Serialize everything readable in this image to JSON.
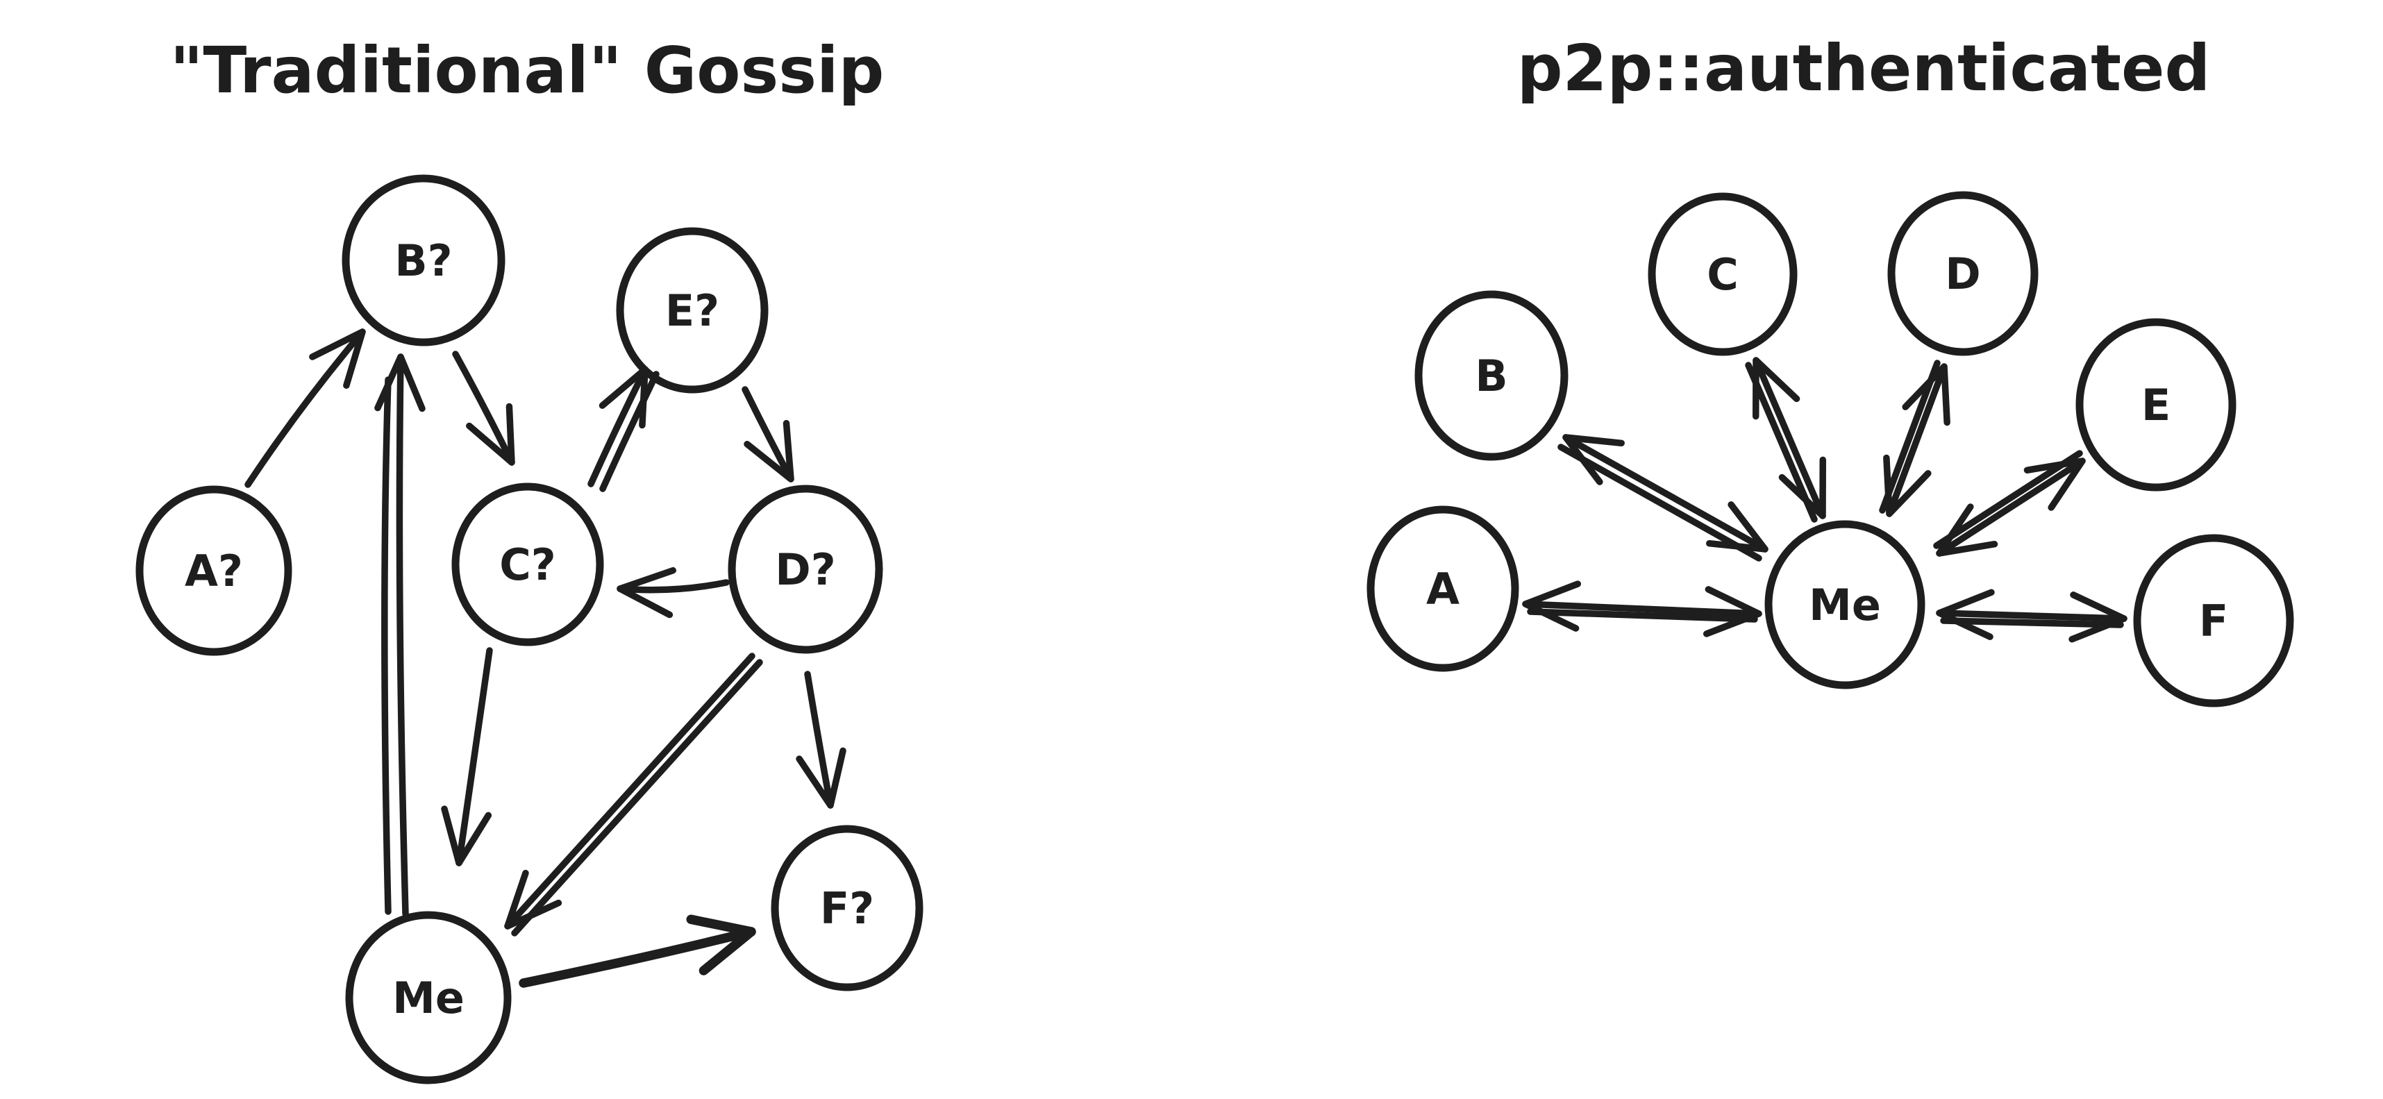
{
  "canvas": {
    "background": "#ffffff"
  },
  "colors": {
    "stroke": "#1e1e1e",
    "green": "#b2f2bb",
    "pink": "#ffc9c9",
    "purple": "#d0bfff"
  },
  "left": {
    "title": "\"Traditional\" Gossip",
    "nodes": [
      {
        "id": "A",
        "label": "A?",
        "color": "green"
      },
      {
        "id": "B",
        "label": "B?",
        "color": "pink"
      },
      {
        "id": "C",
        "label": "C?",
        "color": "green"
      },
      {
        "id": "D",
        "label": "D?",
        "color": "pink"
      },
      {
        "id": "E",
        "label": "E?",
        "color": "green"
      },
      {
        "id": "F",
        "label": "F?",
        "color": "green"
      },
      {
        "id": "Me",
        "label": "Me",
        "color": "purple"
      }
    ],
    "edges": [
      {
        "from": "A",
        "to": "B",
        "type": "directed"
      },
      {
        "from": "Me",
        "to": "B",
        "type": "directed",
        "sketch": "double"
      },
      {
        "from": "B",
        "to": "C",
        "type": "directed"
      },
      {
        "from": "C",
        "to": "E",
        "type": "directed",
        "sketch": "double"
      },
      {
        "from": "E",
        "to": "D",
        "type": "directed"
      },
      {
        "from": "D",
        "to": "C",
        "type": "directed"
      },
      {
        "from": "C",
        "to": "Me",
        "type": "directed"
      },
      {
        "from": "D",
        "to": "Me",
        "type": "directed",
        "sketch": "double"
      },
      {
        "from": "D",
        "to": "F",
        "type": "directed"
      },
      {
        "from": "Me",
        "to": "F",
        "type": "directed",
        "emphasis": "bold"
      }
    ]
  },
  "right": {
    "title": "p2p::authenticated",
    "nodes": [
      {
        "id": "A",
        "label": "A",
        "color": "green"
      },
      {
        "id": "B",
        "label": "B",
        "color": "pink"
      },
      {
        "id": "C",
        "label": "C",
        "color": "green"
      },
      {
        "id": "D",
        "label": "D",
        "color": "pink"
      },
      {
        "id": "E",
        "label": "E",
        "color": "green"
      },
      {
        "id": "F",
        "label": "F",
        "color": "green"
      },
      {
        "id": "Me",
        "label": "Me",
        "color": "purple"
      }
    ],
    "edges": [
      {
        "from": "Me",
        "to": "A",
        "type": "bidirectional"
      },
      {
        "from": "Me",
        "to": "B",
        "type": "bidirectional"
      },
      {
        "from": "Me",
        "to": "C",
        "type": "bidirectional"
      },
      {
        "from": "Me",
        "to": "D",
        "type": "bidirectional"
      },
      {
        "from": "Me",
        "to": "E",
        "type": "bidirectional"
      },
      {
        "from": "Me",
        "to": "F",
        "type": "bidirectional"
      }
    ]
  }
}
